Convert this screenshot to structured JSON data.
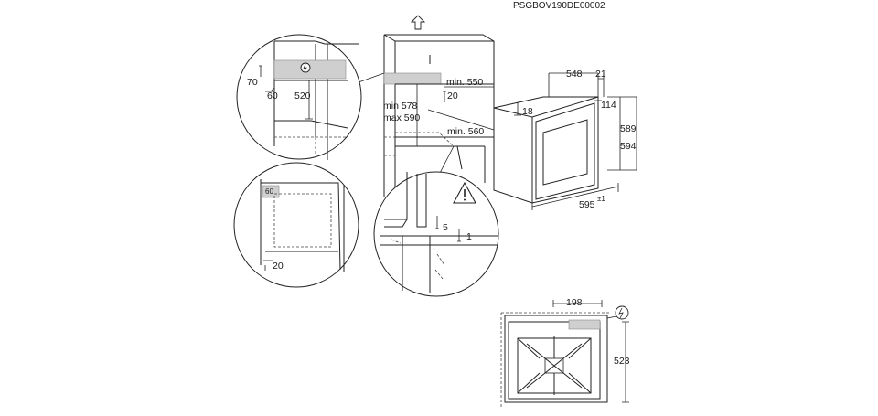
{
  "header": {
    "code": "PSGBOV190DE00002"
  },
  "niche": {
    "min_height": "min 578",
    "max_height": "max 590",
    "min_depth": "min. 550",
    "gap": "20",
    "min_width": "min. 560"
  },
  "detail_top": {
    "d70": "70",
    "d60": "60",
    "d520": "520"
  },
  "detail_side": {
    "d60": "60",
    "d20": "20"
  },
  "detail_step": {
    "d5": "5",
    "d1": "1"
  },
  "oven": {
    "depth": "548",
    "door": "21",
    "top": "114",
    "bar": "18",
    "height_inner": "589",
    "height": "594",
    "width": "595",
    "width_tol": "+1\n-1"
  },
  "plan": {
    "offset": "198",
    "depth": "523"
  },
  "icons": [
    "power-plug-icon",
    "warning-icon",
    "up-arrow-icon"
  ]
}
